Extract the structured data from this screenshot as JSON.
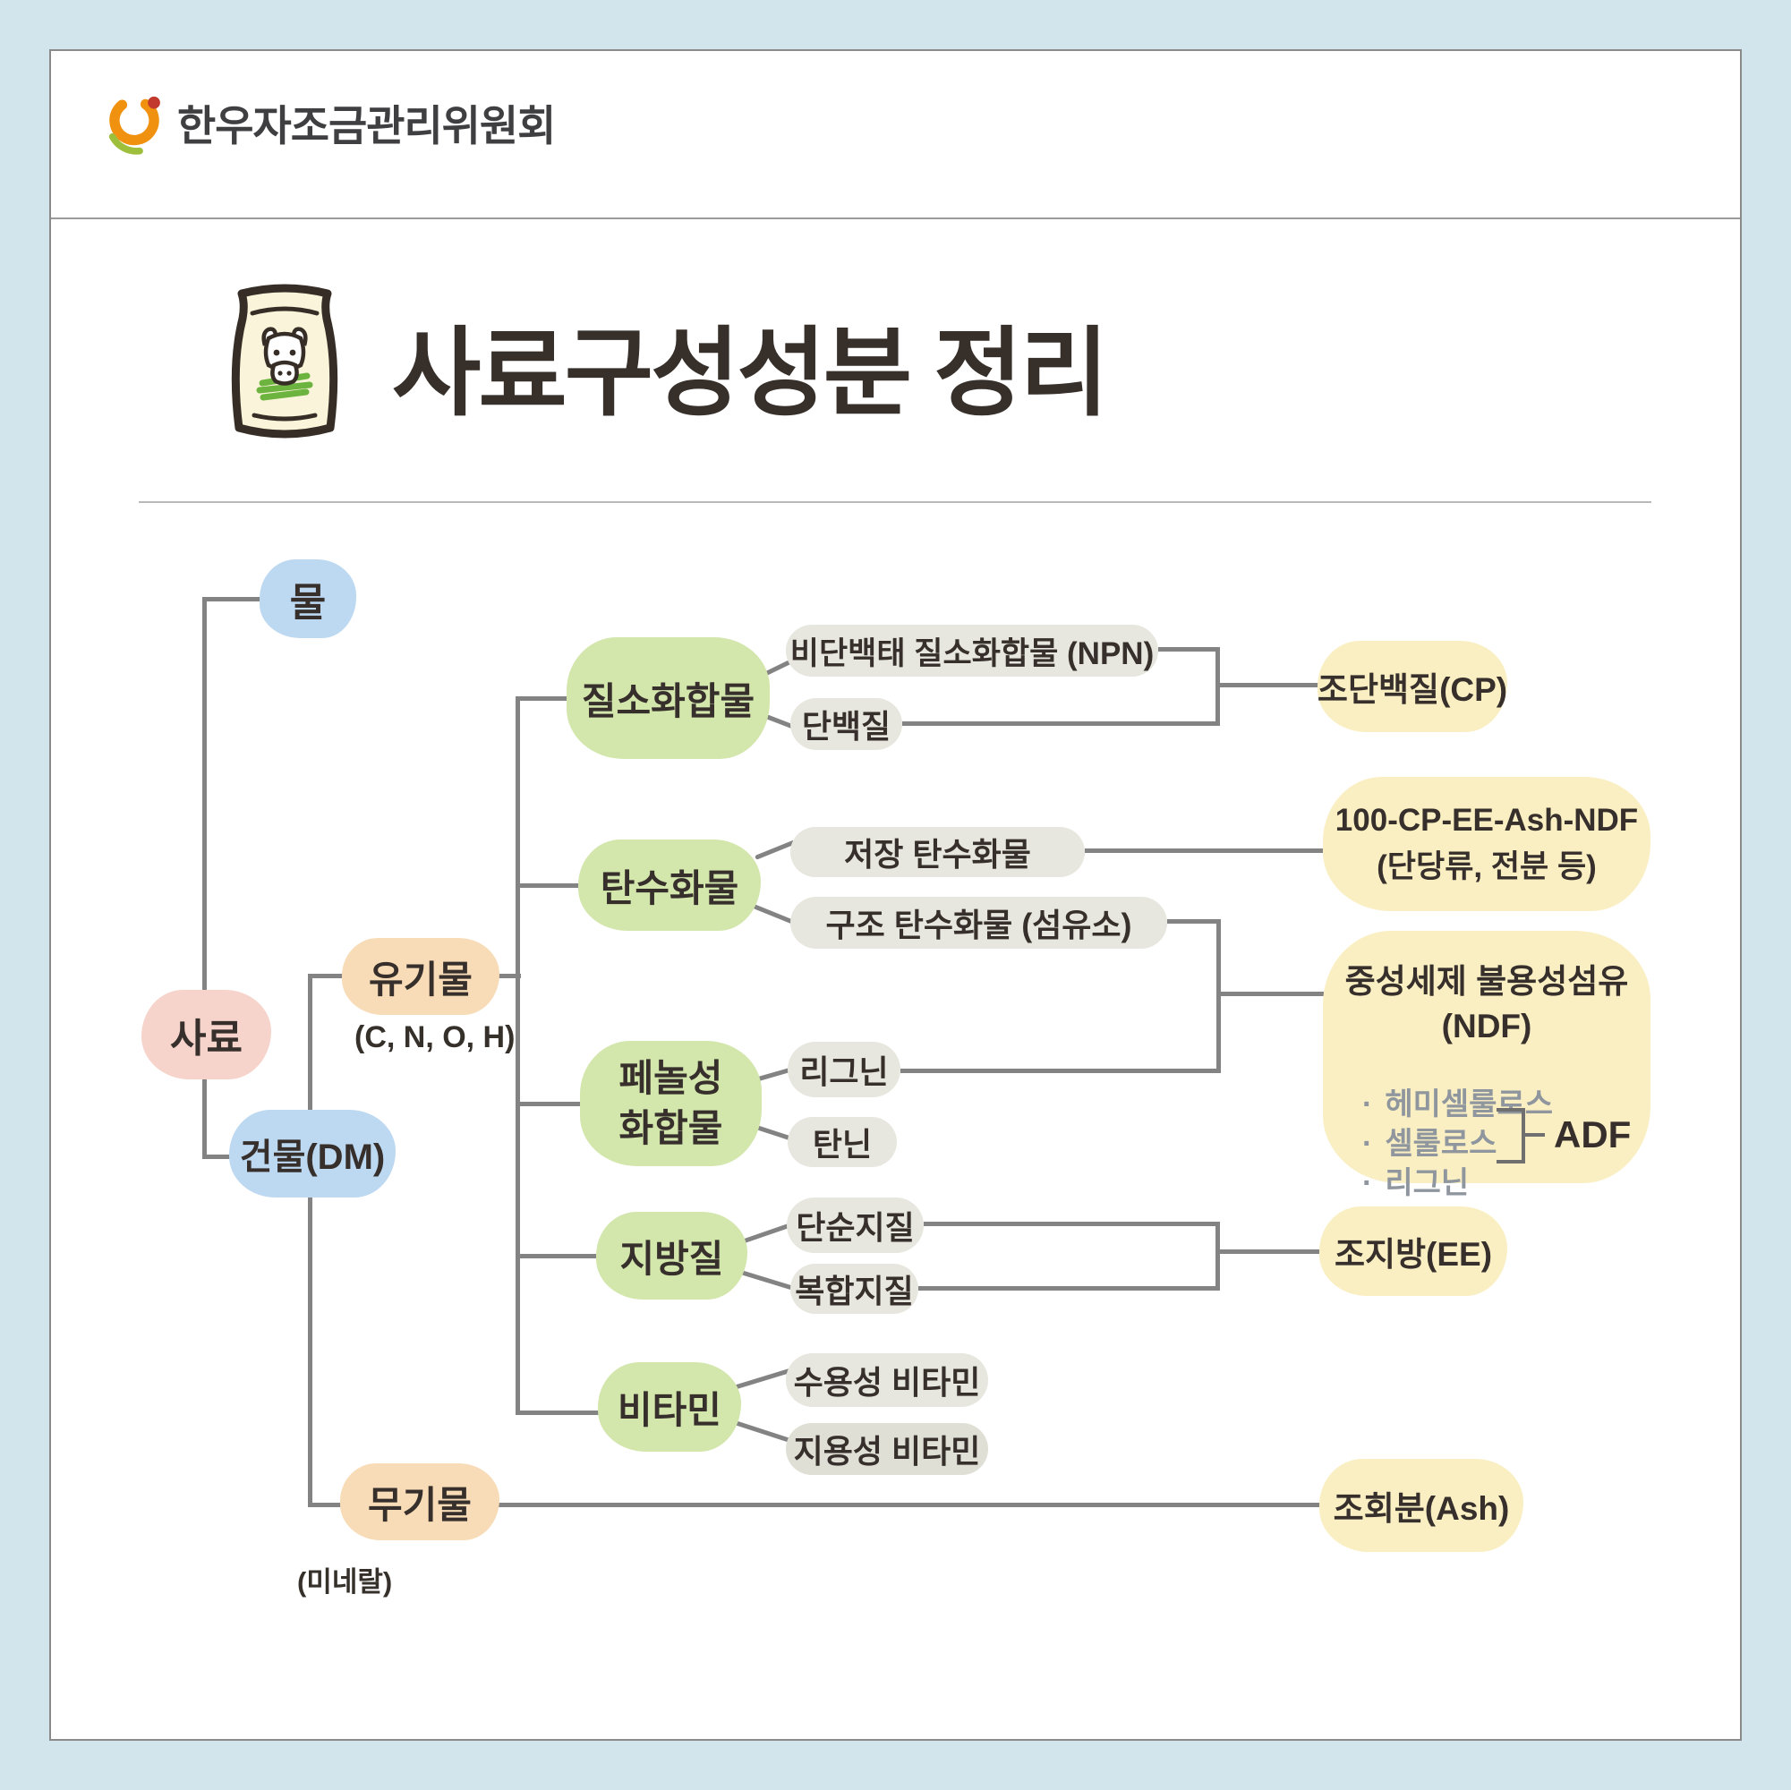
{
  "header": {
    "org_name": "한우자조금관리위원회"
  },
  "title": {
    "text": "사료구성성분 정리"
  },
  "tree": {
    "feed": "사료",
    "water": "물",
    "dry_matter": "건물(DM)",
    "organic": "유기물",
    "organic_note": "(C, N, O, H)",
    "inorganic": "무기물",
    "inorganic_note": "(미네랄)",
    "nitrogen": "질소화합물",
    "npn": "비단백태 질소화합물 (NPN)",
    "protein": "단백질",
    "crude_protein": "조단백질(CP)",
    "carbs": "탄수화물",
    "storage_carbs": "저장 탄수화물",
    "structural_carbs": "구조 탄수화물 (섬유소)",
    "nfc_line1": "100-CP-EE-Ash-NDF",
    "nfc_line2": "(단당류, 전분 등)",
    "phenolic_line1": "페놀성",
    "phenolic_line2": "화합물",
    "lignin": "리그닌",
    "tannin": "탄닌",
    "ndf_title1": "중성세제 불용성섬유",
    "ndf_title2": "(NDF)",
    "ndf_item1": "헤미셀룰로스",
    "ndf_item2": "셀룰로스",
    "ndf_item3": "리그닌",
    "adf": "ADF",
    "lipids": "지방질",
    "simple_lipids": "단순지질",
    "complex_lipids": "복합지질",
    "crude_fat": "조지방(EE)",
    "vitamins": "비타민",
    "water_soluble_vitamins": "수용성 비타민",
    "fat_soluble_vitamins": "지용성 비타민",
    "crude_ash": "조회분(Ash)"
  },
  "misc": {
    "bullet": "·"
  },
  "colors": {
    "background": "#d2e4ec",
    "card": "#ffffff",
    "pink": "#f6d4cc",
    "blue": "#bdd8f1",
    "orange": "#f8dcb7",
    "green": "#d3e6ac",
    "gray_pill": "#e7e7df",
    "yellow": "#faefc3",
    "line": "#838383",
    "text": "#362f2b",
    "ndf_bullet_text": "#8f969e",
    "logo_orange": "#f0920f",
    "logo_red": "#c23a2d",
    "logo_green": "#9ebf3b"
  }
}
